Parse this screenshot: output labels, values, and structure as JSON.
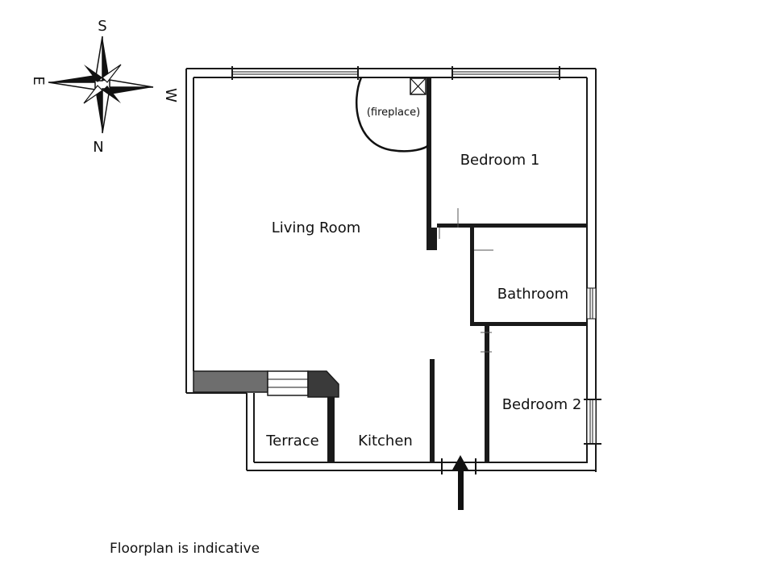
{
  "compass": {
    "top": "S",
    "left": "E",
    "right": "W",
    "bottom": "N"
  },
  "rooms": {
    "living_room": "Living Room",
    "fireplace": "(fireplace)",
    "bedroom_1": "Bedroom 1",
    "bathroom": "Bathroom",
    "bedroom_2": "Bedroom 2",
    "terrace": "Terrace",
    "kitchen": "Kitchen"
  },
  "caption": "Floorplan is indicative",
  "colors": {
    "wall": "#1a1a1a",
    "wall_fill": "#ffffff",
    "grey_wall": "#6e6e6e"
  }
}
